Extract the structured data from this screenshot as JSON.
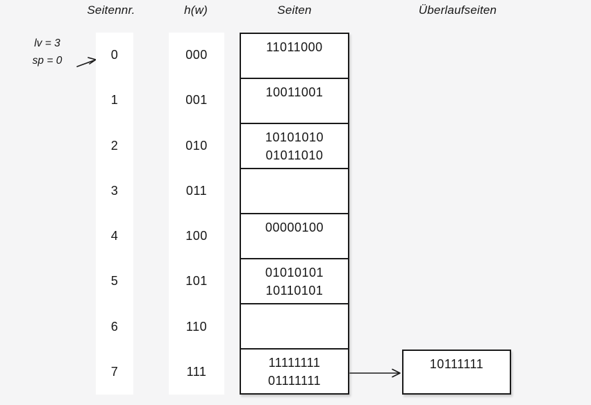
{
  "colors": {
    "background": "#f5f5f6",
    "surface": "#ffffff",
    "ink": "#1a1a1a"
  },
  "headers": {
    "page_number": "Seitennr.",
    "hash_function": "h(w)",
    "pages": "Seiten",
    "overflow_pages": "Überlaufseiten"
  },
  "annotation": {
    "level": "lv = 3",
    "split_pointer": "sp = 0"
  },
  "rows": [
    {
      "nr": "0",
      "h": "000",
      "entries": [
        "11011000"
      ]
    },
    {
      "nr": "1",
      "h": "001",
      "entries": [
        "10011001"
      ]
    },
    {
      "nr": "2",
      "h": "010",
      "entries": [
        "10101010",
        "01011010"
      ]
    },
    {
      "nr": "3",
      "h": "011",
      "entries": []
    },
    {
      "nr": "4",
      "h": "100",
      "entries": []
    },
    {
      "nr": "5",
      "h": "101",
      "entries": []
    },
    {
      "nr": "6",
      "h": "110",
      "entries": []
    },
    {
      "nr": "7",
      "h": "111",
      "entries": []
    }
  ],
  "row_entries": {
    "4": [
      "00000100"
    ],
    "5": [
      "01010101",
      "10110101"
    ],
    "7": [
      "11111111",
      "01111111"
    ]
  },
  "overflow": {
    "attached_to_row": "7",
    "entries": [
      "10111111"
    ]
  },
  "icons": {
    "split_pointer_arrow": "arrow-up-right",
    "overflow_link_arrow": "arrow-right"
  }
}
